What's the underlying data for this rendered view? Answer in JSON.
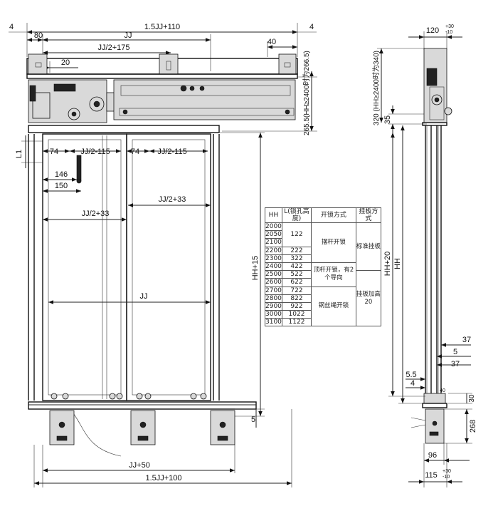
{
  "front_view": {
    "dims": {
      "overall_top": "1.5JJ+110",
      "left_offset": "4",
      "right_offset": "4",
      "left_margin": "80",
      "clear_opening": "JJ",
      "half_plus_175": "JJ/2+175",
      "right_40": "40",
      "twenty": "20",
      "l1": "L1",
      "left_74": "74",
      "left_half_minus_115": "JJ/2-115",
      "mid_74": "74",
      "mid_half_minus_115": "JJ/2-115",
      "d146": "146",
      "d150": "150",
      "half_plus_33_right": "JJ/2+33",
      "half_plus_33_left": "JJ/2+33",
      "jj_inner": "JJ",
      "hh_plus_15": "HH+15",
      "side_265": "265.5(HH≥2400时为266.5)",
      "five_bottom": "5",
      "jj_plus_50": "JJ+50",
      "overall_bottom": "1.5JJ+100"
    }
  },
  "side_view": {
    "dims": {
      "top_width": "120",
      "top_tol_plus": "+30",
      "top_tol_minus": "-10",
      "height_320": "320 (HH≥2400时为340)",
      "d35": "35",
      "hh_plus_20": "HH+20",
      "hh": "HH",
      "d37a": "37",
      "d5a": "5",
      "d37b": "37",
      "d55": "5.5",
      "d4": "4",
      "d40": "40",
      "d30": "30",
      "d268": "268",
      "d96": "96",
      "bottom_width": "115",
      "bottom_tol_plus": "+30",
      "bottom_tol_minus": "-10"
    }
  },
  "spec_table": {
    "headers": [
      "HH",
      "L(锁孔高度)",
      "开锁方式",
      "挂板方式"
    ],
    "hh": [
      "2000",
      "2050",
      "2100",
      "2200",
      "2300",
      "2400",
      "2500",
      "2600",
      "2700",
      "2800",
      "2900",
      "3000",
      "3100"
    ],
    "l_values": [
      "122",
      "222",
      "322",
      "422",
      "522",
      "622",
      "722",
      "822",
      "922",
      "1022",
      "1122"
    ],
    "unlock_methods": [
      "摆杆开锁",
      "顶杆开锁，有2个导向",
      "钢丝绳开锁"
    ],
    "hang_methods": [
      "标准挂板",
      "挂板加高20"
    ]
  }
}
